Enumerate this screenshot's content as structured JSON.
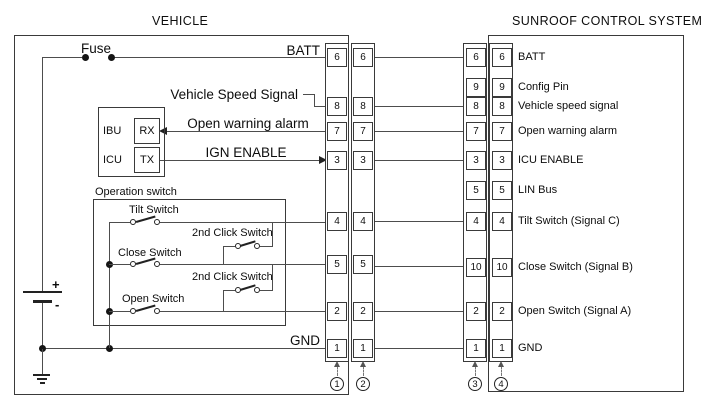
{
  "colors": {
    "ink": "#111111",
    "line": "#4d4d4d",
    "border": "#3a3a3a",
    "background": "#ffffff"
  },
  "titles": {
    "vehicle": "VEHICLE",
    "sunroof": "SUNROOF CONTROL SYSTEM"
  },
  "vehicle": {
    "fuse_label": "Fuse",
    "batt_label": "BATT",
    "gnd_label": "GND",
    "battery_plus": "+",
    "battery_minus": "-",
    "signals": {
      "vehicle_speed": "Vehicle Speed Signal",
      "open_warning": "Open warning alarm",
      "ign_enable": "IGN ENABLE"
    },
    "control_module": {
      "ibu": "IBU",
      "rx": "RX",
      "icu": "ICU",
      "tx": "TX"
    },
    "operation_switch": {
      "title": "Operation switch",
      "tilt": "Tilt Switch",
      "second_click_a": "2nd Click Switch",
      "close": "Close Switch",
      "second_click_b": "2nd Click Switch",
      "open": "Open Switch"
    }
  },
  "connectors": {
    "c1": {
      "id": "1",
      "pins": {
        "p6": "6",
        "p8": "8",
        "p7": "7",
        "p3": "3",
        "p4": "4",
        "p5": "5",
        "p2": "2",
        "p1": "1"
      }
    },
    "c2": {
      "id": "2",
      "pins": {
        "p6": "6",
        "p8": "8",
        "p7": "7",
        "p3": "3",
        "p4": "4",
        "p5": "5",
        "p2": "2",
        "p1": "1"
      }
    },
    "c3": {
      "id": "3",
      "pins": {
        "p6": "6",
        "p9": "9",
        "p8": "8",
        "p7": "7",
        "p3": "3",
        "p5": "5",
        "p4": "4",
        "p10": "10",
        "p2": "2",
        "p1": "1"
      }
    },
    "c4": {
      "id": "4",
      "pins": {
        "p6": "6",
        "p9": "9",
        "p8": "8",
        "p7": "7",
        "p3": "3",
        "p5": "5",
        "p4": "4",
        "p10": "10",
        "p2": "2",
        "p1": "1"
      }
    }
  },
  "sunroof": {
    "pin_labels": {
      "batt": "BATT",
      "config": "Config Pin",
      "speed": "Vehicle speed signal",
      "open_warning": "Open warning alarm",
      "icu_enable": "ICU ENABLE",
      "lin": "LIN Bus",
      "tilt": "Tilt Switch (Signal C)",
      "close": "Close Switch (Signal B)",
      "open": "Open Switch (Signal A)",
      "gnd": "GND"
    }
  }
}
